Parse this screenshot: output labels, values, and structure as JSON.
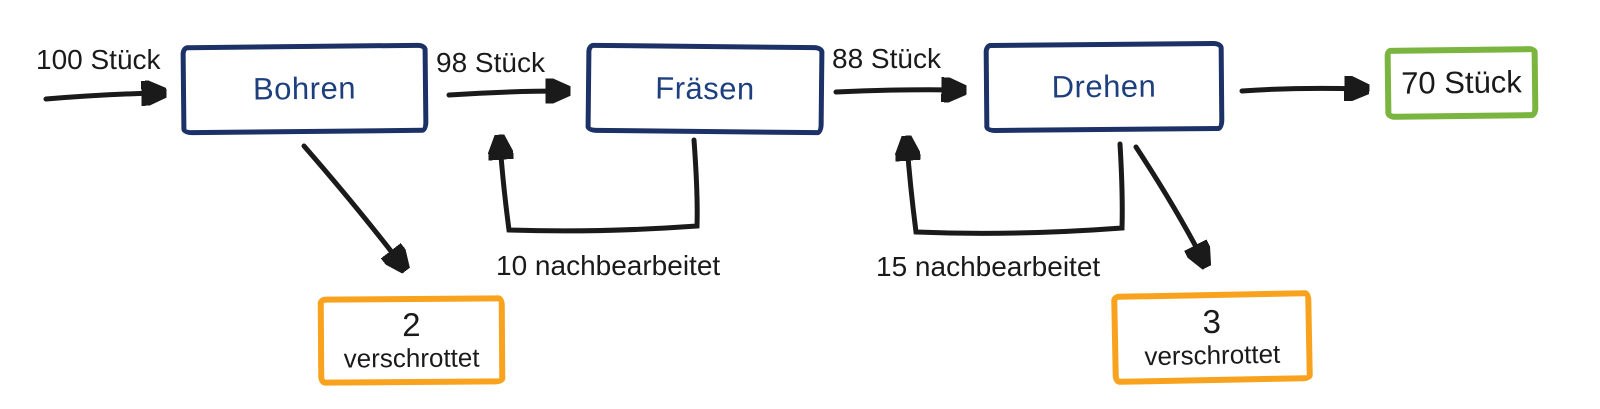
{
  "colors": {
    "navy-border": "#1c3166",
    "navy-text": "#1d3f7d",
    "orange": "#f9a21d",
    "green": "#79b53f",
    "ink": "#1a1a1a"
  },
  "flow": {
    "input_label": "100 Stück",
    "stations": [
      {
        "id": "bohren",
        "label": "Bohren"
      },
      {
        "id": "fraesen",
        "label": "Fräsen"
      },
      {
        "id": "drehen",
        "label": "Drehen"
      }
    ],
    "between_bohren_fraesen": "98 Stück",
    "between_fraesen_drehen": "88 Stück",
    "output_label": "70 Stück",
    "rework_fraesen": "10 nachbearbeitet",
    "rework_drehen": "15 nachbearbeitet",
    "scrap_bohren": {
      "value": "2",
      "label": "verschrottet"
    },
    "scrap_drehen": {
      "value": "3",
      "label": "verschrottet"
    }
  }
}
